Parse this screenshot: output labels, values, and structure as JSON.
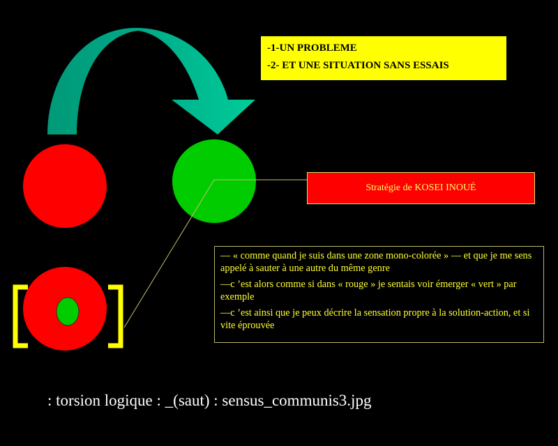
{
  "title_box": {
    "lines": [
      "-1-UN PROBLEME",
      "-2- ET UNE SITUATION SANS ESSAIS"
    ]
  },
  "strategy_box": {
    "label": "Stratégie de KOSEI INOUÉ"
  },
  "quote_box": {
    "paragraphs": [
      "— « comme quand je suis dans une zone mono-colorée » — et que je me sens appelé à sauter à une autre du même genre",
      "—c ’est alors comme si dans « rouge » je sentais voir émerger « vert » par exemple",
      "—c ’est ainsi que je peux décrire la sensation propre à la solution-action, et si vite éprouvée"
    ]
  },
  "caption": ": torsion logique : _(saut) : sensus_communis3.jpg",
  "colors": {
    "red": "#ff0000",
    "green": "#00cc00",
    "arrow_dark": "#009977",
    "arrow_light": "#00cc99",
    "yellow": "#ffff00"
  }
}
